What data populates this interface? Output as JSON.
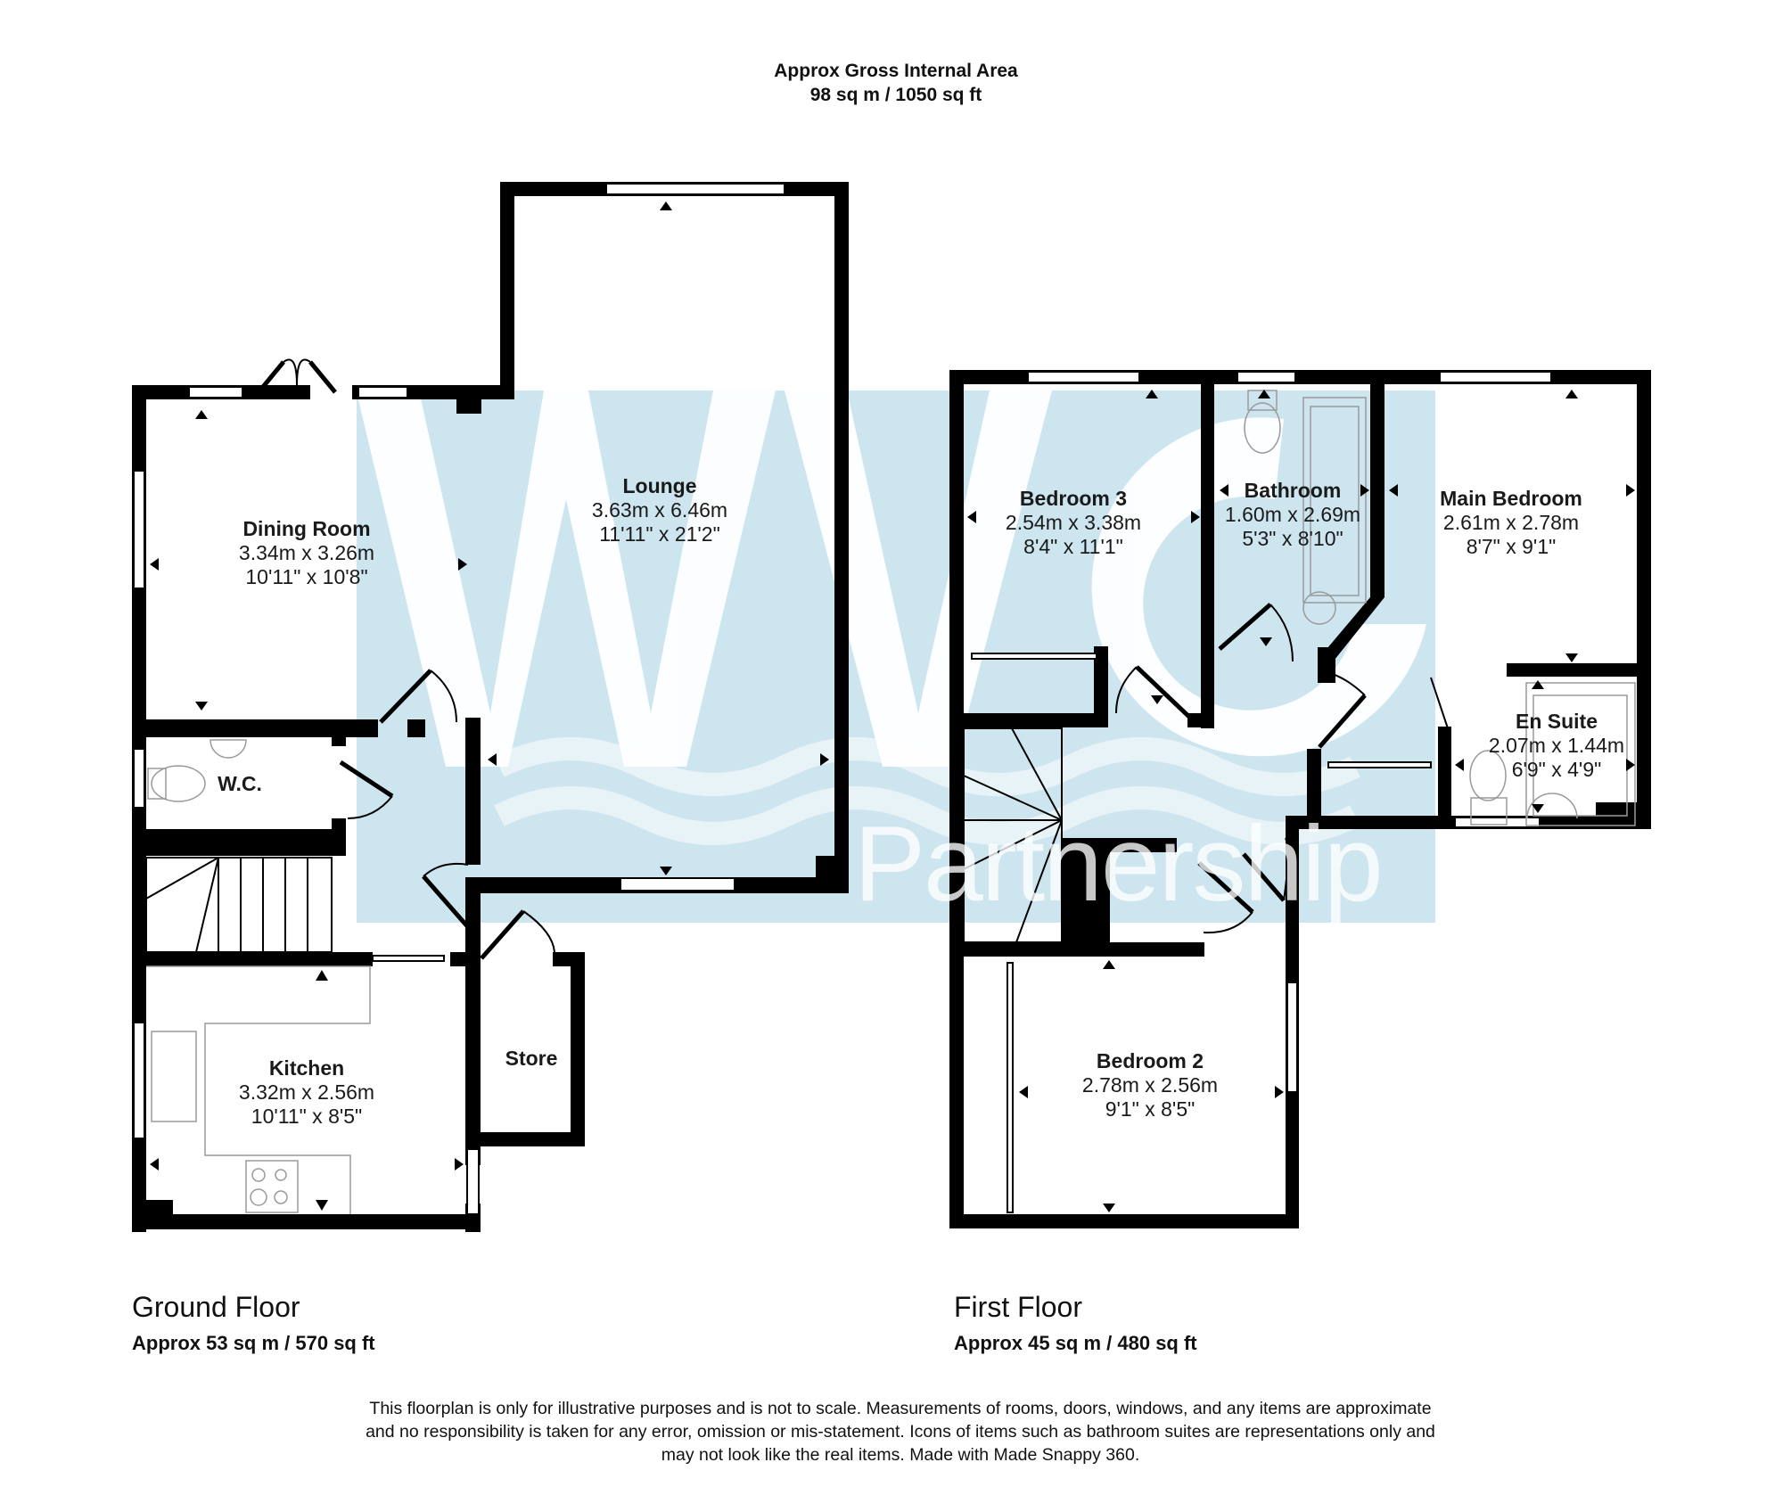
{
  "header": {
    "title_line1": "Approx Gross Internal Area",
    "title_line2": "98 sq m / 1050 sq ft"
  },
  "watermark": {
    "logo_letters": "WVG",
    "text": "Partnership",
    "color": "#cde5ee"
  },
  "colors": {
    "wall": "#000000",
    "background": "#ffffff",
    "fixture_line": "#9a9a9a",
    "watermark_blue": "#cde5ee"
  },
  "floors": [
    {
      "name": "Ground Floor",
      "area": "Approx 53 sq m / 570 sq ft",
      "rooms": [
        {
          "name": "Dining Room",
          "metric": "3.34m x 3.26m",
          "imperial": "10'11\" x 10'8\""
        },
        {
          "name": "Lounge",
          "metric": "3.63m x 6.46m",
          "imperial": "11'11\" x 21'2\""
        },
        {
          "name": "W.C.",
          "metric": "",
          "imperial": ""
        },
        {
          "name": "Kitchen",
          "metric": "3.32m x 2.56m",
          "imperial": "10'11\" x 8'5\""
        },
        {
          "name": "Store",
          "metric": "",
          "imperial": ""
        }
      ]
    },
    {
      "name": "First Floor",
      "area": "Approx 45 sq m / 480 sq ft",
      "rooms": [
        {
          "name": "Bedroom 3",
          "metric": "2.54m x 3.38m",
          "imperial": "8'4\" x 11'1\""
        },
        {
          "name": "Bathroom",
          "metric": "1.60m x 2.69m",
          "imperial": "5'3\" x 8'10\""
        },
        {
          "name": "Main Bedroom",
          "metric": "2.61m x 2.78m",
          "imperial": "8'7\" x 9'1\""
        },
        {
          "name": "En Suite",
          "metric": "2.07m x 1.44m",
          "imperial": "6'9\" x 4'9\""
        },
        {
          "name": "Bedroom 2",
          "metric": "2.78m x 2.56m",
          "imperial": "9'1\" x 8'5\""
        }
      ]
    }
  ],
  "disclaimer": {
    "line1": "This floorplan is only for illustrative purposes and is not to scale. Measurements of rooms, doors, windows, and any items are approximate",
    "line2": "and no responsibility is taken for any error, omission or mis-statement. Icons of items such as bathroom suites are representations only and",
    "line3": "may not look like the real items. Made with Made Snappy 360."
  }
}
